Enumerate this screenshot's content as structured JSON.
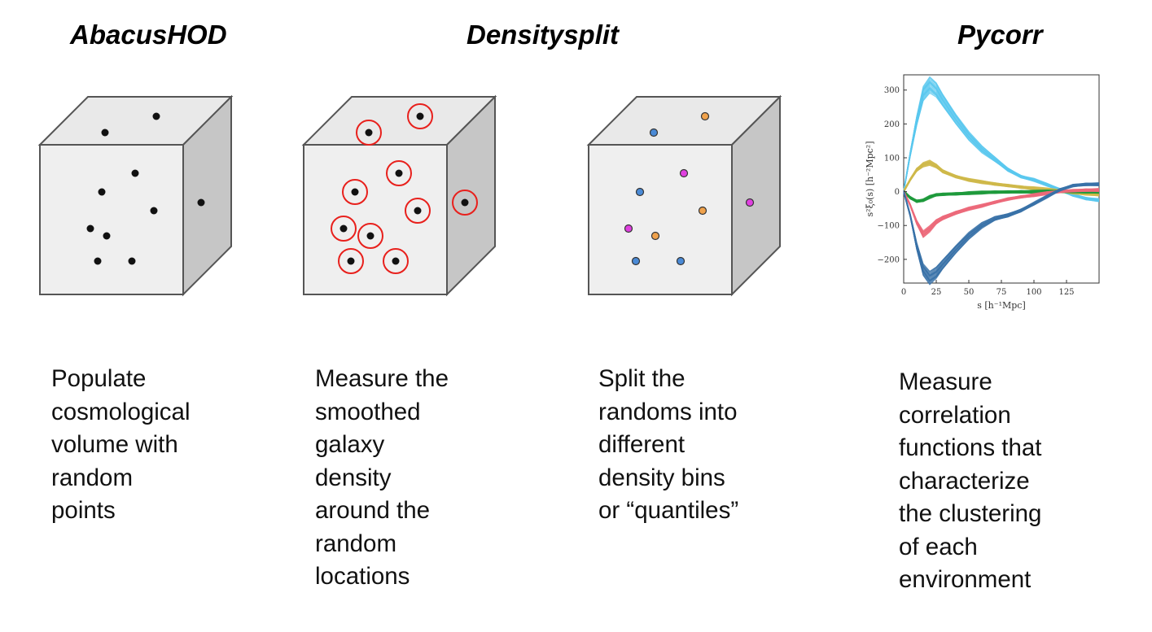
{
  "titles": [
    "AbacusHOD",
    "Densitysplit",
    "Pycorr"
  ],
  "captions": [
    [
      "Populate",
      "cosmological",
      "volume with",
      "random",
      "points"
    ],
    [
      "Measure the",
      "smoothed",
      "galaxy",
      "density",
      "around the",
      "random",
      "locations"
    ],
    [
      "Split the",
      "randoms into",
      "different",
      "density bins",
      "or “quantiles”"
    ],
    [
      "Measure",
      "correlation",
      "functions that",
      "characterize",
      "the clustering",
      "of each",
      "environment"
    ]
  ],
  "colors": {
    "cube_front": "#efefef",
    "cube_top": "#e9e9e9",
    "cube_side": "#c6c6c6",
    "cube_edge": "#555555",
    "point": "#111111",
    "ring": "#e8201c",
    "quantile_blue": "#4a8ad6",
    "quantile_orange": "#f0a24c",
    "quantile_magenta": "#e040e0"
  },
  "chart_data": {
    "type": "line",
    "title": "",
    "xlabel": "s [h⁻¹Mpc]",
    "ylabel": "s²ξ₀(s) [h⁻²Mpc²]",
    "xlim": [
      0,
      150
    ],
    "ylim": [
      -270,
      345
    ],
    "xticks": [
      0,
      25,
      50,
      75,
      100,
      125
    ],
    "yticks": [
      -200,
      -100,
      0,
      100,
      200,
      300
    ],
    "grid": false,
    "series": [
      {
        "color": "#5bc8ee",
        "x": [
          0,
          5,
          10,
          15,
          20,
          25,
          30,
          40,
          50,
          60,
          70,
          80,
          90,
          100,
          110,
          120,
          130,
          140,
          150
        ],
        "values": [
          0,
          110,
          210,
          290,
          315,
          300,
          270,
          215,
          165,
          125,
          95,
          65,
          45,
          35,
          20,
          5,
          -10,
          -20,
          -25
        ]
      },
      {
        "color": "#cfb84a",
        "x": [
          0,
          5,
          10,
          15,
          20,
          25,
          30,
          40,
          50,
          60,
          70,
          80,
          90,
          100,
          110,
          120,
          130,
          140,
          150
        ],
        "values": [
          0,
          35,
          65,
          80,
          85,
          75,
          60,
          45,
          35,
          28,
          22,
          18,
          14,
          10,
          6,
          2,
          -3,
          -6,
          -8
        ]
      },
      {
        "color": "#1e9a3c",
        "x": [
          0,
          5,
          10,
          15,
          20,
          25,
          30,
          40,
          50,
          60,
          70,
          80,
          90,
          100,
          110,
          120,
          130,
          140,
          150
        ],
        "values": [
          0,
          -18,
          -28,
          -25,
          -16,
          -10,
          -8,
          -6,
          -4,
          -3,
          -2,
          -1,
          0,
          0,
          0,
          0,
          0,
          0,
          0
        ]
      },
      {
        "color": "#ec6a7a",
        "x": [
          0,
          5,
          10,
          15,
          20,
          25,
          30,
          40,
          50,
          60,
          70,
          80,
          90,
          100,
          110,
          120,
          130,
          140,
          150
        ],
        "values": [
          0,
          -40,
          -90,
          -125,
          -110,
          -90,
          -78,
          -62,
          -50,
          -42,
          -32,
          -22,
          -15,
          -10,
          -5,
          0,
          3,
          5,
          5
        ]
      },
      {
        "color": "#3a72a8",
        "x": [
          0,
          5,
          10,
          15,
          20,
          25,
          30,
          40,
          50,
          60,
          70,
          80,
          90,
          100,
          110,
          120,
          130,
          140,
          150
        ],
        "values": [
          0,
          -70,
          -160,
          -230,
          -255,
          -240,
          -215,
          -170,
          -130,
          -100,
          -80,
          -70,
          -55,
          -35,
          -15,
          5,
          18,
          22,
          22
        ]
      }
    ]
  }
}
